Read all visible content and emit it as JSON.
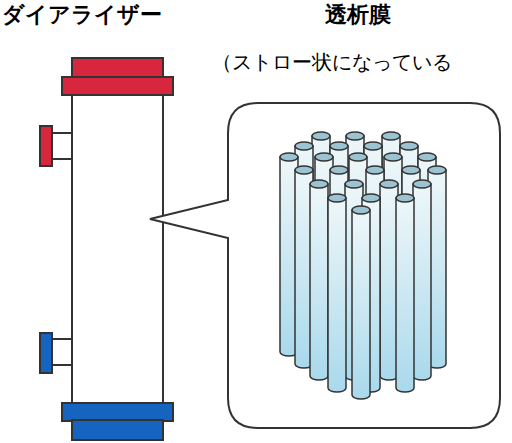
{
  "diagram": {
    "labels": [
      "ダイアライザー",
      "透析膜",
      "（ストロー状になっている"
    ]
  }
}
